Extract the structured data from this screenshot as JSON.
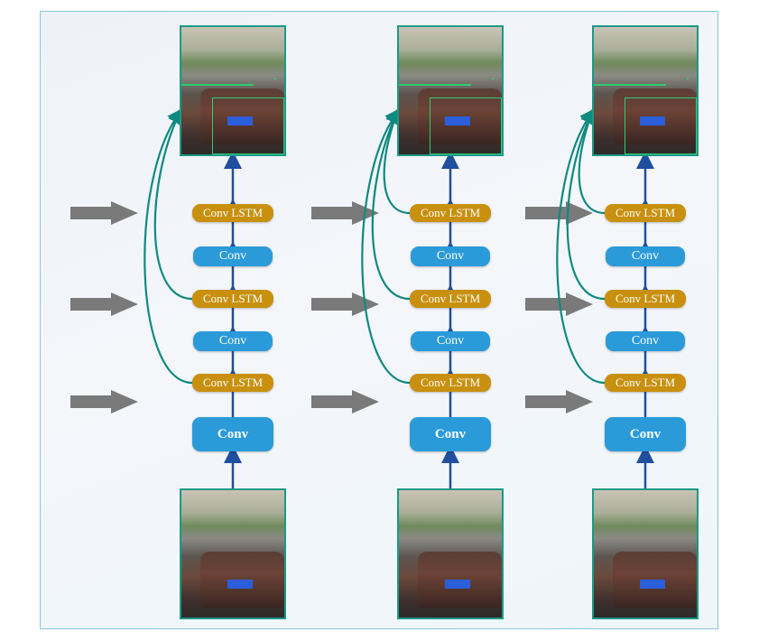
{
  "diagram": {
    "title": "",
    "columns": [
      {
        "id": "t1",
        "input_frame": "street-scene-frame-1",
        "output_frame": "detection-output-frame-1",
        "layers": [
          "Conv",
          "Conv LSTM",
          "Conv",
          "Conv LSTM",
          "Conv",
          "Conv LSTM"
        ]
      },
      {
        "id": "t2",
        "input_frame": "street-scene-frame-2",
        "output_frame": "detection-output-frame-2",
        "layers": [
          "Conv",
          "Conv LSTM",
          "Conv",
          "Conv LSTM",
          "Conv",
          "Conv LSTM"
        ]
      },
      {
        "id": "t3",
        "input_frame": "street-scene-frame-3",
        "output_frame": "detection-output-frame-3",
        "layers": [
          "Conv",
          "Conv LSTM",
          "Conv",
          "Conv LSTM",
          "Conv",
          "Conv LSTM"
        ]
      }
    ],
    "labels": {
      "conv": "Conv",
      "conv_lstm": "Conv LSTM"
    },
    "colors": {
      "conv": "#2a9ad9",
      "conv_lstm": "#c8900e",
      "forward_arrow": "#1f4f9e",
      "skip_connection": "#0f8a80",
      "temporal_arrow": "#7a7a7a",
      "frame_border": "#1a9a86"
    }
  }
}
